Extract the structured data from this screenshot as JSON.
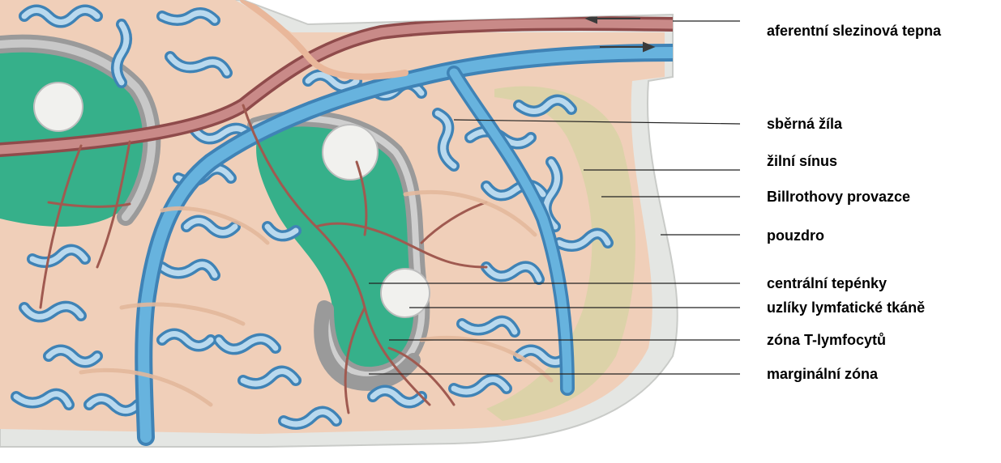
{
  "labels": {
    "afferent_artery": "aferentní slezinová tepna",
    "collecting_vein": "sběrná žíla",
    "venous_sinus": "žilní sínus",
    "billroth_cords": "Billrothovy provazce",
    "capsule": "pouzdro",
    "central_arterioles": "centrální tepénky",
    "lymphatic_nodules": "uzlíky lymfatické tkáně",
    "t_zone": "zóna T-lymfocytů",
    "marginal_zone": "marginální zóna"
  },
  "colors": {
    "capsule": "#e4e6e3",
    "pulp": "#f0cfb9",
    "sinus": "#b9d9ee",
    "sinus_dark": "#3f83b6",
    "white_pulp": "#36b08a",
    "marginal": "#9a9a9a",
    "artery": "#b46a6a",
    "vein": "#67b3de",
    "cord": "#d8d2a4"
  }
}
